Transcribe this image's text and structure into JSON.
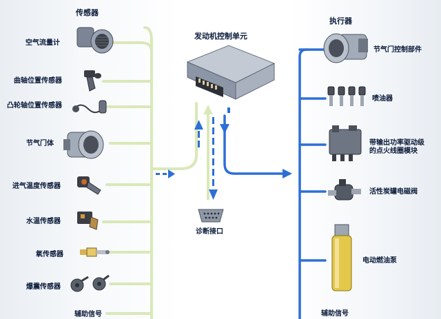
{
  "headers": {
    "sensors": "传感器",
    "ecu": "发动机控制单元",
    "actuators": "执行器"
  },
  "sensors": [
    {
      "label": "空气流量计"
    },
    {
      "label": "曲轴位置传感器"
    },
    {
      "label": "凸轮轴位置传感器"
    },
    {
      "label": "节气门体"
    },
    {
      "label": "进气温度传感器"
    },
    {
      "label": "水温传感器"
    },
    {
      "label": "氧传感器"
    },
    {
      "label": "爆震传感器"
    },
    {
      "label": "辅助信号"
    }
  ],
  "diagnostic": {
    "label": "诊断接口"
  },
  "actuators": [
    {
      "label": "节气门控制部件"
    },
    {
      "label": "喷油器"
    },
    {
      "label_line1": "带输出功率驱动级",
      "label_line2": "的点火线圈模块"
    },
    {
      "label": "活性炭罐电磁阀"
    },
    {
      "label": "电动燃油泵"
    },
    {
      "label": "辅助信号"
    }
  ],
  "colors": {
    "input_line": "#d9e8b8",
    "output_line": "#2d6fd6",
    "ecu_body": "#8c96a6",
    "fuel_pump": "#e3c84a"
  }
}
